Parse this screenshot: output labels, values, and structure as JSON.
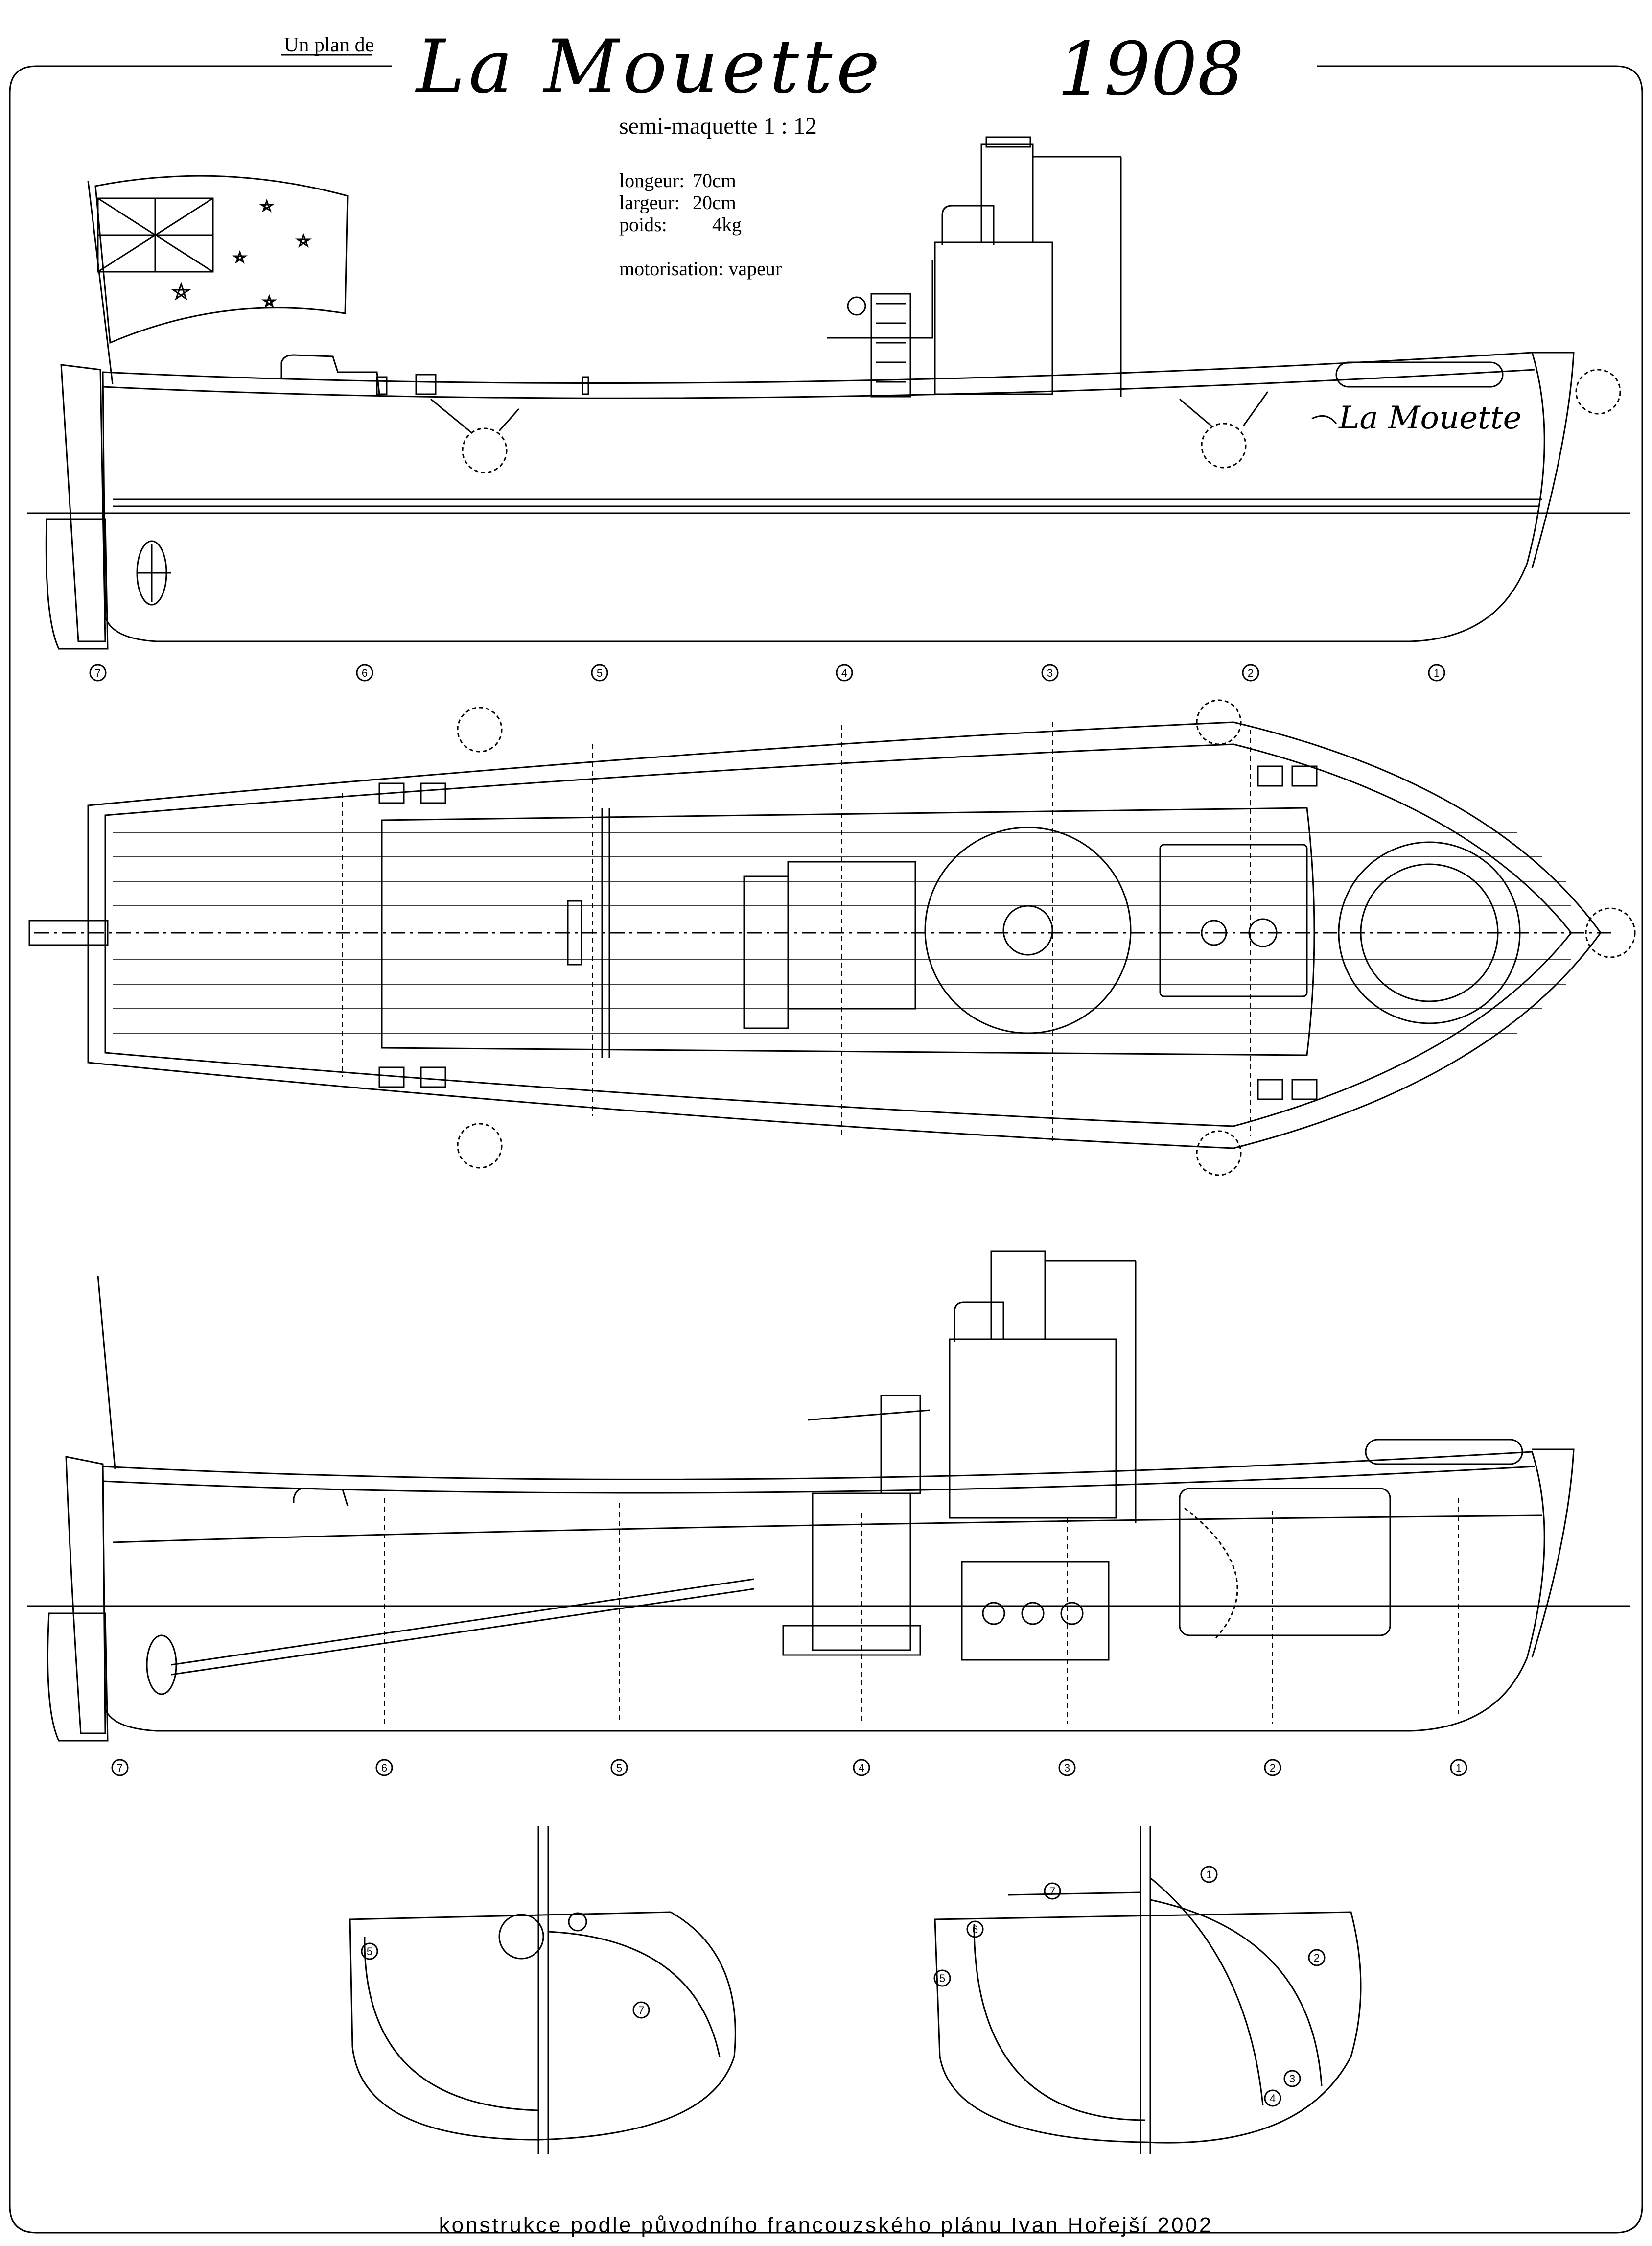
{
  "header": {
    "credit_prefix": "Un plan de",
    "title": "La Mouette",
    "year": "1908",
    "scale": "semi-maquette   1 : 12"
  },
  "specs": {
    "length_label": "longeur:",
    "length_value": "70cm",
    "width_label": "largeur:",
    "width_value": "20cm",
    "weight_label": "poids:",
    "weight_value": "4kg",
    "motor_label": "motorisation:",
    "motor_value": "vapeur"
  },
  "hull_name": "La Mouette",
  "stations_top": [
    "7",
    "6",
    "5",
    "4",
    "3",
    "2",
    "1"
  ],
  "stations_bottom": [
    "7",
    "6",
    "5",
    "4",
    "3",
    "2",
    "1"
  ],
  "section_aft_labels": [
    "5",
    "7"
  ],
  "section_fwd_labels": [
    "7",
    "1",
    "6",
    "2",
    "5",
    "3",
    "4"
  ],
  "footer": "konstrukce podle původního francouzského plánu Ivan Hořejší 2002"
}
